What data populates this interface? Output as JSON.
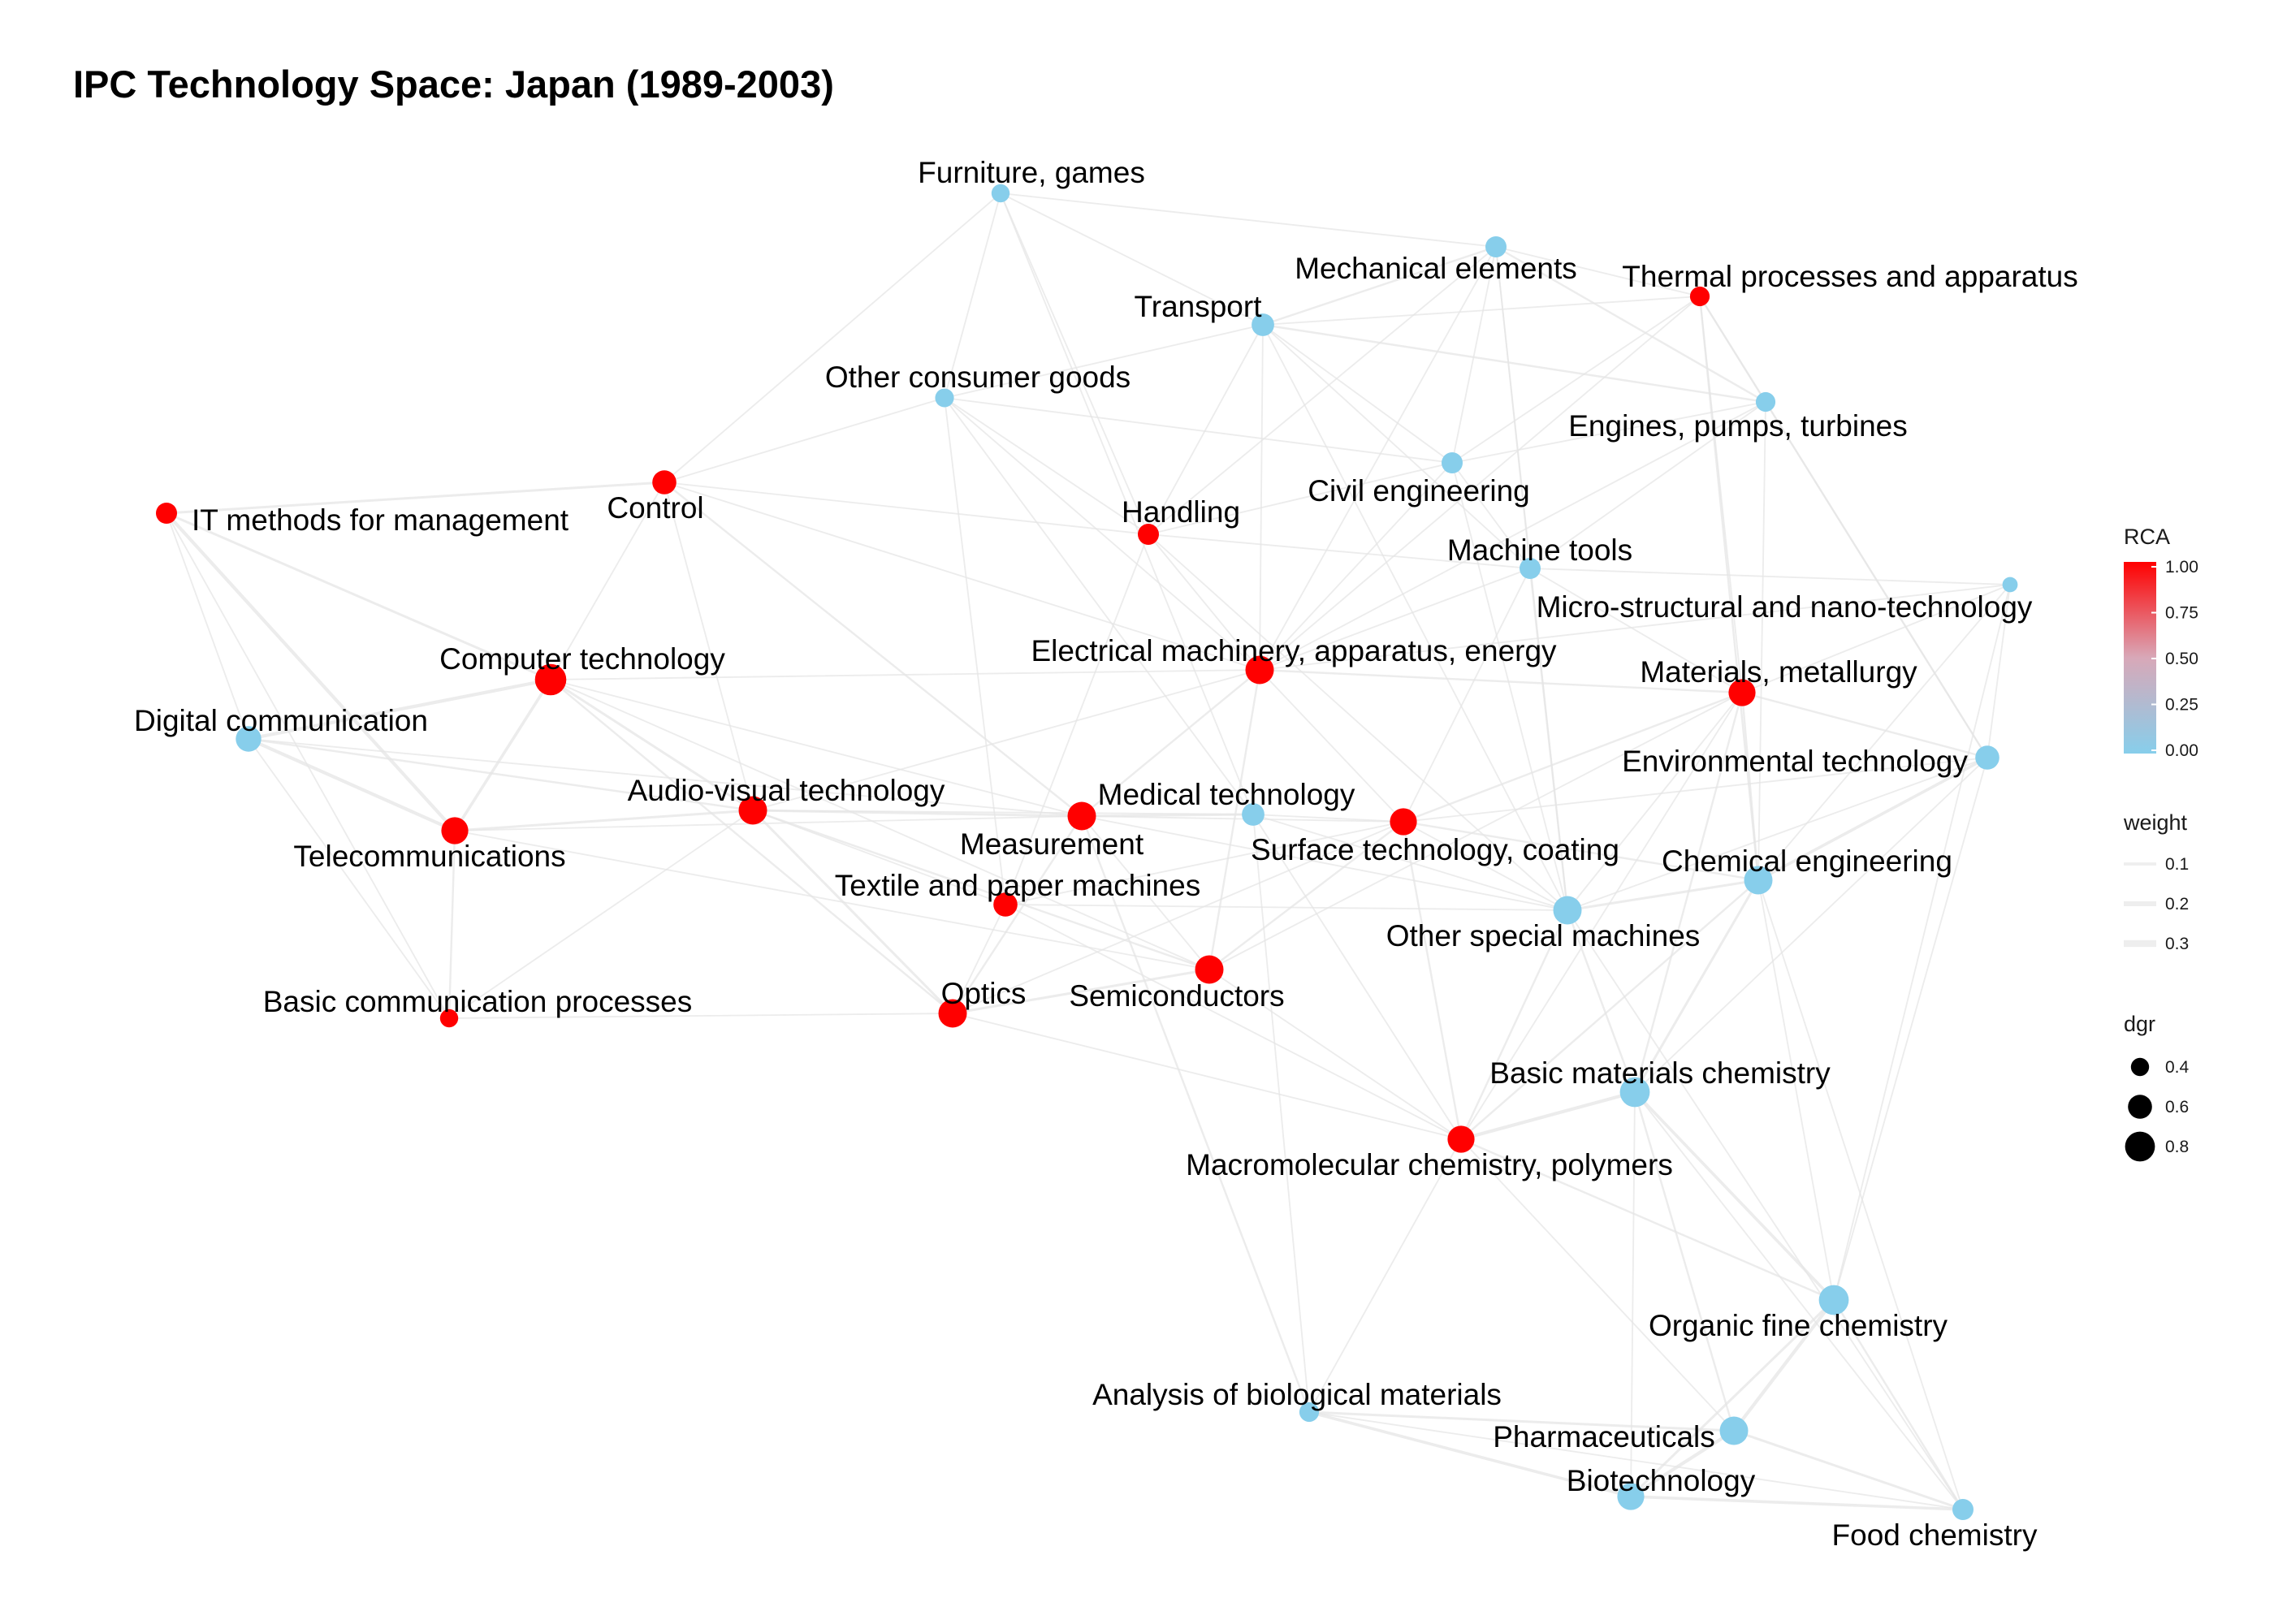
{
  "title": "IPC Technology Space: Japan (1989-2003)",
  "colors": {
    "rca_low": "#87CEEB",
    "rca_high": "#FF0000",
    "edge": "#e6e6e6",
    "background": "#ffffff"
  },
  "nodes": [
    {
      "id": "furniture",
      "label": "Furniture, games",
      "rca": 0.0,
      "dgr": 0.4
    },
    {
      "id": "mechanical",
      "label": "Mechanical elements",
      "rca": 0.0,
      "dgr": 0.5
    },
    {
      "id": "thermal",
      "label": "Thermal processes and apparatus",
      "rca": 1.0,
      "dgr": 0.45
    },
    {
      "id": "transport",
      "label": "Transport",
      "rca": 0.0,
      "dgr": 0.55
    },
    {
      "id": "consumer",
      "label": "Other consumer goods",
      "rca": 0.0,
      "dgr": 0.42
    },
    {
      "id": "engines",
      "label": "Engines, pumps, turbines",
      "rca": 0.0,
      "dgr": 0.45
    },
    {
      "id": "civil",
      "label": "Civil engineering",
      "rca": 0.0,
      "dgr": 0.5
    },
    {
      "id": "control",
      "label": "Control",
      "rca": 1.0,
      "dgr": 0.6
    },
    {
      "id": "itmethods",
      "label": "IT methods for management",
      "rca": 1.0,
      "dgr": 0.5
    },
    {
      "id": "handling",
      "label": "Handling",
      "rca": 1.0,
      "dgr": 0.5
    },
    {
      "id": "machinetools",
      "label": "Machine tools",
      "rca": 0.0,
      "dgr": 0.5
    },
    {
      "id": "micro",
      "label": "Micro-structural and nano-technology",
      "rca": 0.0,
      "dgr": 0.3
    },
    {
      "id": "computer",
      "label": "Computer technology",
      "rca": 1.0,
      "dgr": 0.85
    },
    {
      "id": "electrical",
      "label": "Electrical machinery, apparatus, energy",
      "rca": 1.0,
      "dgr": 0.75
    },
    {
      "id": "materials",
      "label": "Materials, metallurgy",
      "rca": 1.0,
      "dgr": 0.7
    },
    {
      "id": "digital",
      "label": "Digital communication",
      "rca": 0.0,
      "dgr": 0.65
    },
    {
      "id": "environmental",
      "label": "Environmental technology",
      "rca": 0.0,
      "dgr": 0.6
    },
    {
      "id": "audiovisual",
      "label": "Audio-visual technology",
      "rca": 1.0,
      "dgr": 0.75
    },
    {
      "id": "medical",
      "label": "Medical technology",
      "rca": 0.0,
      "dgr": 0.55
    },
    {
      "id": "measurement",
      "label": "Measurement",
      "rca": 1.0,
      "dgr": 0.75
    },
    {
      "id": "surface",
      "label": "Surface technology, coating",
      "rca": 1.0,
      "dgr": 0.7
    },
    {
      "id": "telecom",
      "label": "Telecommunications",
      "rca": 1.0,
      "dgr": 0.7
    },
    {
      "id": "chemeng",
      "label": "Chemical engineering",
      "rca": 0.0,
      "dgr": 0.75
    },
    {
      "id": "textile",
      "label": "Textile and paper machines",
      "rca": 1.0,
      "dgr": 0.6
    },
    {
      "id": "otherspecial",
      "label": "Other special machines",
      "rca": 0.0,
      "dgr": 0.75
    },
    {
      "id": "optics",
      "label": "Optics",
      "rca": 1.0,
      "dgr": 0.75
    },
    {
      "id": "semiconductors",
      "label": "Semiconductors",
      "rca": 1.0,
      "dgr": 0.75
    },
    {
      "id": "basiccomm",
      "label": "Basic communication processes",
      "rca": 1.0,
      "dgr": 0.4
    },
    {
      "id": "basicchem",
      "label": "Basic materials chemistry",
      "rca": 0.0,
      "dgr": 0.8
    },
    {
      "id": "macro",
      "label": "Macromolecular chemistry, polymers",
      "rca": 1.0,
      "dgr": 0.7
    },
    {
      "id": "organic",
      "label": "Organic fine chemistry",
      "rca": 0.0,
      "dgr": 0.8
    },
    {
      "id": "analysis",
      "label": "Analysis of biological materials",
      "rca": 0.0,
      "dgr": 0.45
    },
    {
      "id": "pharma",
      "label": "Pharmaceuticals",
      "rca": 0.0,
      "dgr": 0.75
    },
    {
      "id": "biotech",
      "label": "Biotechnology",
      "rca": 0.0,
      "dgr": 0.7
    },
    {
      "id": "food",
      "label": "Food chemistry",
      "rca": 0.0,
      "dgr": 0.5
    }
  ],
  "edges": [
    [
      "itmethods",
      "digital",
      0.1
    ],
    [
      "itmethods",
      "telecom",
      0.3
    ],
    [
      "itmethods",
      "computer",
      0.2
    ],
    [
      "itmethods",
      "control",
      0.2
    ],
    [
      "itmethods",
      "basiccomm",
      0.1
    ],
    [
      "control",
      "computer",
      0.1
    ],
    [
      "control",
      "consumer",
      0.1
    ],
    [
      "control",
      "measurement",
      0.15
    ],
    [
      "control",
      "audiovisual",
      0.1
    ],
    [
      "control",
      "electrical",
      0.1
    ],
    [
      "control",
      "furniture",
      0.1
    ],
    [
      "control",
      "handling",
      0.1
    ],
    [
      "computer",
      "digital",
      0.3
    ],
    [
      "computer",
      "telecom",
      0.25
    ],
    [
      "computer",
      "audiovisual",
      0.2
    ],
    [
      "computer",
      "measurement",
      0.1
    ],
    [
      "computer",
      "semiconductors",
      0.1
    ],
    [
      "computer",
      "optics",
      0.15
    ],
    [
      "computer",
      "electrical",
      0.1
    ],
    [
      "digital",
      "telecom",
      0.3
    ],
    [
      "digital",
      "basiccomm",
      0.1
    ],
    [
      "digital",
      "audiovisual",
      0.15
    ],
    [
      "digital",
      "measurement",
      0.1
    ],
    [
      "telecom",
      "basiccomm",
      0.15
    ],
    [
      "telecom",
      "audiovisual",
      0.2
    ],
    [
      "telecom",
      "measurement",
      0.1
    ],
    [
      "telecom",
      "semiconductors",
      0.1
    ],
    [
      "basiccomm",
      "optics",
      0.1
    ],
    [
      "basiccomm",
      "audiovisual",
      0.1
    ],
    [
      "audiovisual",
      "optics",
      0.2
    ],
    [
      "audiovisual",
      "measurement",
      0.2
    ],
    [
      "audiovisual",
      "semiconductors",
      0.15
    ],
    [
      "audiovisual",
      "textile",
      0.1
    ],
    [
      "audiovisual",
      "electrical",
      0.1
    ],
    [
      "audiovisual",
      "medical",
      0.1
    ],
    [
      "measurement",
      "medical",
      0.2
    ],
    [
      "measurement",
      "optics",
      0.15
    ],
    [
      "measurement",
      "electrical",
      0.15
    ],
    [
      "measurement",
      "semiconductors",
      0.1
    ],
    [
      "measurement",
      "analysis",
      0.15
    ],
    [
      "measurement",
      "surface",
      0.1
    ],
    [
      "measurement",
      "otherspecial",
      0.1
    ],
    [
      "optics",
      "semiconductors",
      0.2
    ],
    [
      "optics",
      "textile",
      0.1
    ],
    [
      "optics",
      "macro",
      0.1
    ],
    [
      "optics",
      "surface",
      0.1
    ],
    [
      "semiconductors",
      "electrical",
      0.15
    ],
    [
      "semiconductors",
      "surface",
      0.15
    ],
    [
      "semiconductors",
      "macro",
      0.1
    ],
    [
      "semiconductors",
      "materials",
      0.1
    ],
    [
      "textile",
      "handling",
      0.1
    ],
    [
      "textile",
      "otherspecial",
      0.1
    ],
    [
      "textile",
      "macro",
      0.1
    ],
    [
      "textile",
      "surface",
      0.1
    ],
    [
      "textile",
      "consumer",
      0.1
    ],
    [
      "electrical",
      "materials",
      0.15
    ],
    [
      "electrical",
      "transport",
      0.1
    ],
    [
      "electrical",
      "handling",
      0.1
    ],
    [
      "electrical",
      "civil",
      0.1
    ],
    [
      "electrical",
      "mechanical",
      0.1
    ],
    [
      "electrical",
      "thermal",
      0.1
    ],
    [
      "electrical",
      "engines",
      0.1
    ],
    [
      "electrical",
      "machinetools",
      0.1
    ],
    [
      "electrical",
      "surface",
      0.1
    ],
    [
      "electrical",
      "micro",
      0.1
    ],
    [
      "electrical",
      "consumer",
      0.1
    ],
    [
      "medical",
      "surface",
      0.1
    ],
    [
      "medical",
      "analysis",
      0.1
    ],
    [
      "medical",
      "macro",
      0.1
    ],
    [
      "medical",
      "otherspecial",
      0.1
    ],
    [
      "medical",
      "furniture",
      0.1
    ],
    [
      "medical",
      "consumer",
      0.1
    ],
    [
      "surface",
      "materials",
      0.15
    ],
    [
      "surface",
      "macro",
      0.15
    ],
    [
      "surface",
      "chemeng",
      0.15
    ],
    [
      "surface",
      "machinetools",
      0.1
    ],
    [
      "surface",
      "environmental",
      0.1
    ],
    [
      "surface",
      "otherspecial",
      0.1
    ],
    [
      "furniture",
      "consumer",
      0.1
    ],
    [
      "furniture",
      "transport",
      0.1
    ],
    [
      "furniture",
      "mechanical",
      0.1
    ],
    [
      "furniture",
      "handling",
      0.1
    ],
    [
      "transport",
      "mechanical",
      0.15
    ],
    [
      "transport",
      "thermal",
      0.1
    ],
    [
      "transport",
      "engines",
      0.15
    ],
    [
      "transport",
      "civil",
      0.1
    ],
    [
      "transport",
      "consumer",
      0.1
    ],
    [
      "transport",
      "handling",
      0.1
    ],
    [
      "transport",
      "otherspecial",
      0.1
    ],
    [
      "transport",
      "machinetools",
      0.1
    ],
    [
      "mechanical",
      "thermal",
      0.1
    ],
    [
      "mechanical",
      "engines",
      0.15
    ],
    [
      "mechanical",
      "civil",
      0.1
    ],
    [
      "mechanical",
      "machinetools",
      0.1
    ],
    [
      "mechanical",
      "handling",
      0.1
    ],
    [
      "mechanical",
      "otherspecial",
      0.1
    ],
    [
      "thermal",
      "engines",
      0.15
    ],
    [
      "thermal",
      "materials",
      0.1
    ],
    [
      "thermal",
      "chemeng",
      0.15
    ],
    [
      "thermal",
      "environmental",
      0.1
    ],
    [
      "thermal",
      "civil",
      0.1
    ],
    [
      "engines",
      "environmental",
      0.15
    ],
    [
      "engines",
      "civil",
      0.1
    ],
    [
      "engines",
      "machinetools",
      0.1
    ],
    [
      "engines",
      "chemeng",
      0.1
    ],
    [
      "civil",
      "machinetools",
      0.1
    ],
    [
      "civil",
      "otherspecial",
      0.1
    ],
    [
      "civil",
      "handling",
      0.1
    ],
    [
      "civil",
      "consumer",
      0.1
    ],
    [
      "handling",
      "machinetools",
      0.1
    ],
    [
      "handling",
      "otherspecial",
      0.1
    ],
    [
      "handling",
      "consumer",
      0.1
    ],
    [
      "machinetools",
      "materials",
      0.1
    ],
    [
      "machinetools",
      "otherspecial",
      0.15
    ],
    [
      "machinetools",
      "micro",
      0.1
    ],
    [
      "micro",
      "materials",
      0.1
    ],
    [
      "micro",
      "chemeng",
      0.1
    ],
    [
      "micro",
      "environmental",
      0.1
    ],
    [
      "micro",
      "organic",
      0.1
    ],
    [
      "materials",
      "chemeng",
      0.15
    ],
    [
      "materials",
      "environmental",
      0.15
    ],
    [
      "materials",
      "basicchem",
      0.15
    ],
    [
      "materials",
      "otherspecial",
      0.1
    ],
    [
      "materials",
      "macro",
      0.1
    ],
    [
      "environmental",
      "chemeng",
      0.25
    ],
    [
      "environmental",
      "basicchem",
      0.1
    ],
    [
      "environmental",
      "organic",
      0.1
    ],
    [
      "environmental",
      "otherspecial",
      0.1
    ],
    [
      "chemeng",
      "basicchem",
      0.2
    ],
    [
      "chemeng",
      "otherspecial",
      0.2
    ],
    [
      "chemeng",
      "macro",
      0.15
    ],
    [
      "chemeng",
      "organic",
      0.1
    ],
    [
      "chemeng",
      "food",
      0.1
    ],
    [
      "otherspecial",
      "basicchem",
      0.15
    ],
    [
      "otherspecial",
      "macro",
      0.15
    ],
    [
      "otherspecial",
      "food",
      0.1
    ],
    [
      "basicchem",
      "macro",
      0.3
    ],
    [
      "basicchem",
      "organic",
      0.25
    ],
    [
      "basicchem",
      "pharma",
      0.15
    ],
    [
      "basicchem",
      "biotech",
      0.1
    ],
    [
      "basicchem",
      "food",
      0.1
    ],
    [
      "macro",
      "organic",
      0.15
    ],
    [
      "macro",
      "analysis",
      0.1
    ],
    [
      "macro",
      "pharma",
      0.1
    ],
    [
      "organic",
      "pharma",
      0.3
    ],
    [
      "organic",
      "biotech",
      0.2
    ],
    [
      "organic",
      "food",
      0.15
    ],
    [
      "analysis",
      "biotech",
      0.25
    ],
    [
      "analysis",
      "pharma",
      0.2
    ],
    [
      "analysis",
      "food",
      0.1
    ],
    [
      "pharma",
      "biotech",
      0.3
    ],
    [
      "pharma",
      "food",
      0.2
    ],
    [
      "biotech",
      "food",
      0.25
    ]
  ],
  "legend": {
    "rca": {
      "title": "RCA",
      "ticks": [
        "1.00",
        "0.75",
        "0.50",
        "0.25",
        "0.00"
      ]
    },
    "weight": {
      "title": "weight",
      "items": [
        {
          "label": "0.1",
          "value": 0.1
        },
        {
          "label": "0.2",
          "value": 0.2
        },
        {
          "label": "0.3",
          "value": 0.3
        }
      ]
    },
    "dgr": {
      "title": "dgr",
      "items": [
        {
          "label": "0.4",
          "value": 0.4
        },
        {
          "label": "0.6",
          "value": 0.6
        },
        {
          "label": "0.8",
          "value": 0.8
        }
      ]
    }
  }
}
